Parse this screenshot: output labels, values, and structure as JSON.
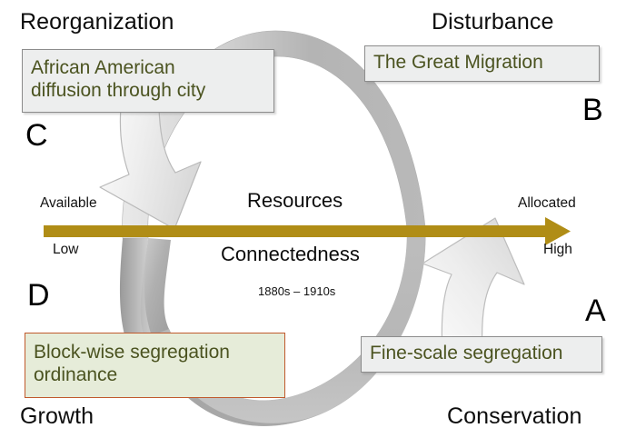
{
  "diagram": {
    "title_period": "1880s – 1910s",
    "type": "adaptive-cycle",
    "colors": {
      "axis_gold": "#b08d16",
      "loop_gray": "#bdbdbd",
      "callout_text_green": "#4b5320",
      "callout_gray_fill": "#edeeee",
      "callout_gray_border": "#8c8c8c",
      "callout_green_fill": "#e6ecd9",
      "callout_green_border": "#c0592c",
      "label_black": "#0d0d0d"
    },
    "phases": [
      {
        "id": "reorganization",
        "label": "Reorganization",
        "letter": "C",
        "corner": "top-left"
      },
      {
        "id": "disturbance",
        "label": "Disturbance",
        "letter": "B",
        "corner": "top-right"
      },
      {
        "id": "growth",
        "label": "Growth",
        "letter": "D",
        "corner": "bottom-left"
      },
      {
        "id": "conservation",
        "label": "Conservation",
        "letter": "A",
        "corner": "bottom-right"
      }
    ],
    "axes": {
      "horizontal_title_top": "Resources",
      "horizontal_title_bottom": "Connectedness",
      "left_top": "Available",
      "left_bottom": "Low",
      "right_top": "Allocated",
      "right_bottom": "High"
    },
    "callouts": [
      {
        "id": "reorganization-callout",
        "text": "African American\ndiffusion through city",
        "style": "gray"
      },
      {
        "id": "disturbance-callout",
        "text": "The Great Migration",
        "style": "gray"
      },
      {
        "id": "growth-callout",
        "text": "Block-wise segregation\nordinance",
        "style": "green"
      },
      {
        "id": "conservation-callout",
        "text": "Fine-scale segregation",
        "style": "gray"
      }
    ],
    "icons": {
      "down_arrow": "down-arrow-icon",
      "up_arrow": "up-arrow-icon",
      "axis_arrow": "right-arrow-icon",
      "loop": "cycle-loop-icon"
    }
  }
}
